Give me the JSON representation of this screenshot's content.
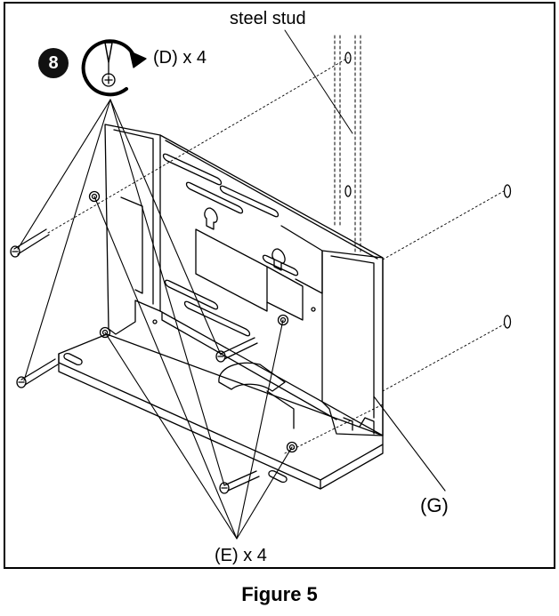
{
  "step_number": "8",
  "labels": {
    "steel_stud": "steel stud",
    "screw_d": "(D) x 4",
    "bracket_g": "(G)",
    "anchor_e": "(E) x 4"
  },
  "caption": "Figure 5",
  "icons": [
    "step-badge",
    "rotate-clockwise-screwdriver-icon",
    "screw-icon",
    "anchor-icon",
    "steel-stud-icon",
    "mounting-bracket-icon"
  ],
  "colors": {
    "line": "#000000",
    "background": "#ffffff"
  }
}
